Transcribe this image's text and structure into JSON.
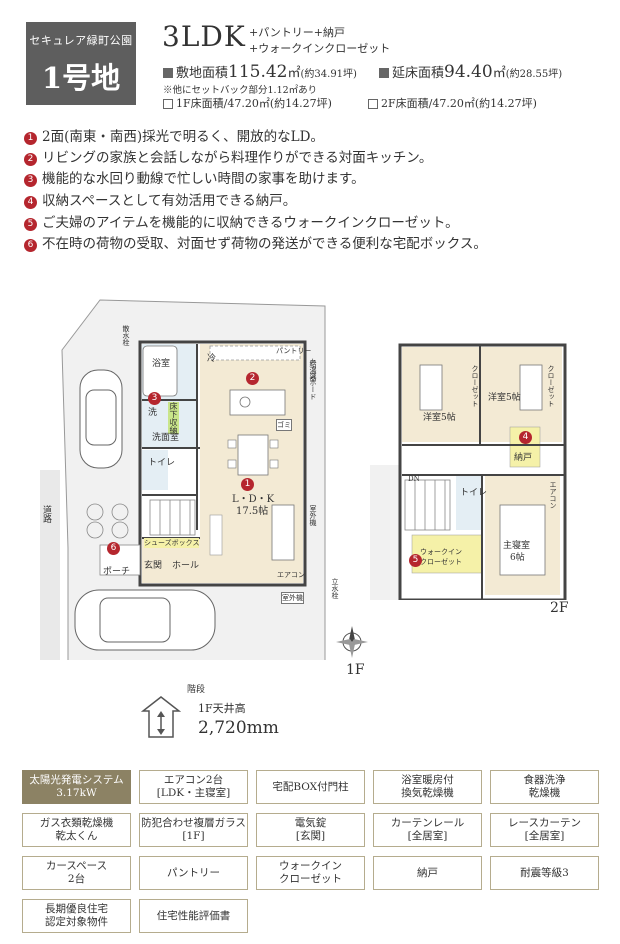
{
  "header": {
    "lot_sub": "セキュレア緑町公園",
    "lot_name": "1号地",
    "layout_type": "3LDK",
    "extras_line1": "+パントリー+納戸",
    "extras_line2": "+ウォークインクローゼット"
  },
  "specs": {
    "site_label": "敷地面積",
    "site_value": "115.42",
    "site_unit": "㎡",
    "site_tsubo": "(約34.91坪)",
    "floor_label": "延床面積",
    "floor_value": "94.40",
    "floor_unit": "㎡",
    "floor_tsubo": "(約28.55坪)",
    "setback_note": "※他にセットバック部分1.12㎡あり",
    "f1_area": "1F床面積/47.20㎡(約14.27坪)",
    "f2_area": "2F床面積/47.20㎡(約14.27坪)"
  },
  "features": [
    {
      "num": "1",
      "text": "2面(南東・南西)採光で明るく、開放的なLD。"
    },
    {
      "num": "2",
      "text": "リビングの家族と会話しながら料理作りができる対面キッチン。"
    },
    {
      "num": "3",
      "text": "機能的な水回り動線で忙しい時間の家事を助けます。"
    },
    {
      "num": "4",
      "text": "収納スペースとして有効活用できる納戸。"
    },
    {
      "num": "5",
      "text": "ご夫婦のアイテムを機能的に収納できるウォークインクローゼット。"
    },
    {
      "num": "6",
      "text": "不在時の荷物の受取、対面せず荷物の発送ができる便利な宅配ボックス。"
    }
  ],
  "plan_1f": {
    "floor_label": "1F",
    "road": "道路",
    "bath": "浴室",
    "wash": "洗",
    "underfloor": "床下収納",
    "washroom": "洗面室",
    "toilet": "トイレ",
    "fridge": "冷",
    "pantry": "パントリー",
    "ldk": "L・D・K",
    "ldk_size": "17.5帖",
    "stairs": "階段",
    "shoebox": "シューズボックス",
    "entrance": "玄関",
    "hall": "ホール",
    "porch": "ポーチ",
    "aircon": "エアコン",
    "outdoor_unit": "室外機",
    "outdoor_unit2": "室外機",
    "water_heater": "給湯器",
    "sprinkler": "散水栓",
    "sprinkler2": "立水栓",
    "cupboard": "カップボード"
  },
  "plan_2f": {
    "floor_label": "2F",
    "western1": "洋室5帖",
    "western2": "洋室5帖",
    "closet": "クローゼット",
    "closet2": "クローゼット",
    "storage": "納戸",
    "wc": "トイレ",
    "master": "主寝室",
    "master_size": "6帖",
    "wic_line1": "ウォークイン",
    "wic_line2": "クローゼット",
    "dn": "DN",
    "aircon": "エアコン"
  },
  "ceiling": {
    "label": "1F天井高",
    "value": "2,720mm"
  },
  "equipment": [
    {
      "label": [
        "太陽光発電システム",
        "3.17kW"
      ],
      "highlight": true
    },
    {
      "label": [
        "エアコン2台",
        "[LDK・主寝室]"
      ],
      "highlight": false
    },
    {
      "label": [
        "宅配BOX付門柱"
      ],
      "highlight": false
    },
    {
      "label": [
        "浴室暖房付",
        "換気乾燥機"
      ],
      "highlight": false
    },
    {
      "label": [
        "食器洗浄",
        "乾燥機"
      ],
      "highlight": false
    },
    {
      "label": [
        "ガス衣類乾燥機",
        "乾太くん"
      ],
      "highlight": false
    },
    {
      "label": [
        "防犯合わせ複層ガラス",
        "[1F]"
      ],
      "highlight": false
    },
    {
      "label": [
        "電気錠",
        "[玄関]"
      ],
      "highlight": false
    },
    {
      "label": [
        "カーテンレール",
        "[全居室]"
      ],
      "highlight": false
    },
    {
      "label": [
        "レースカーテン",
        "[全居室]"
      ],
      "highlight": false
    },
    {
      "label": [
        "カースペース",
        "2台"
      ],
      "highlight": false
    },
    {
      "label": [
        "パントリー"
      ],
      "highlight": false
    },
    {
      "label": [
        "ウォークイン",
        "クローゼット"
      ],
      "highlight": false
    },
    {
      "label": [
        "納戸"
      ],
      "highlight": false
    },
    {
      "label": [
        "耐震等級3"
      ],
      "highlight": false
    },
    {
      "label": [
        "長期優良住宅",
        "認定対象物件"
      ],
      "highlight": false
    },
    {
      "label": [
        "住宅性能評価書"
      ],
      "highlight": false
    }
  ],
  "colors": {
    "accent_red": "#b5262e",
    "badge_gray": "#5e5e5e",
    "equip_border": "#b5ac8e",
    "equip_highlight": "#8c8264",
    "floor_wood": "#f3ead4",
    "wet_area": "#e4eef4"
  }
}
